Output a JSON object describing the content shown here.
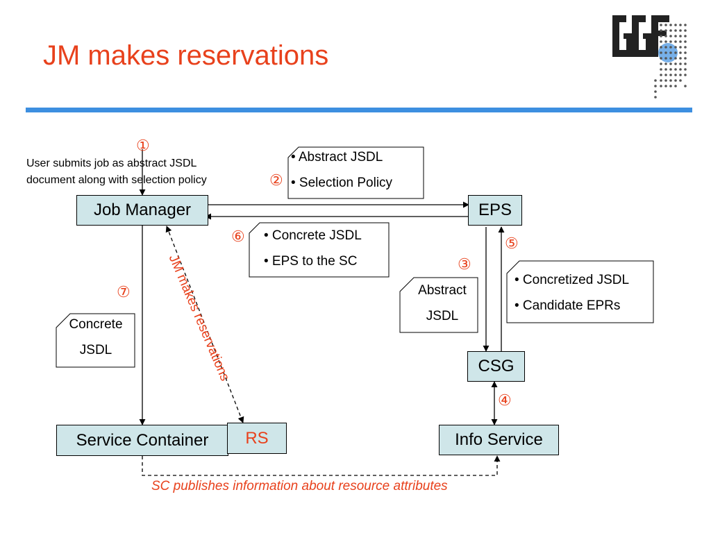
{
  "title": "JM makes reservations",
  "intro": {
    "line1": "User submits job as abstract JSDL",
    "line2": "document along with selection policy"
  },
  "steps": [
    "①",
    "②",
    "③",
    "④",
    "⑤",
    "⑥",
    "⑦"
  ],
  "boxes": {
    "job_manager": "Job Manager",
    "eps": "EPS",
    "csg": "CSG",
    "service_container": "Service Container",
    "rs": "RS",
    "info_service": "Info Service"
  },
  "notes": {
    "submit": [
      "• Abstract JSDL",
      "• Selection Policy"
    ],
    "eps_reply": [
      "• Concrete JSDL",
      "• EPS to the SC"
    ],
    "abstract": [
      "Abstract",
      "JSDL"
    ],
    "csg_reply": [
      "• Concretized JSDL",
      "• Candidate EPRs"
    ],
    "concrete": [
      "Concrete",
      "JSDL"
    ]
  },
  "rotated_label": "JM makes reservations",
  "publish_label": "SC publishes information about resource attributes",
  "colors": {
    "title": "#e8411c",
    "rule": "#3d8fe0",
    "box_fill": "#cfe6e9",
    "accent_text": "#e8411c"
  },
  "logo": {
    "icon": "ggf-logo-icon"
  }
}
